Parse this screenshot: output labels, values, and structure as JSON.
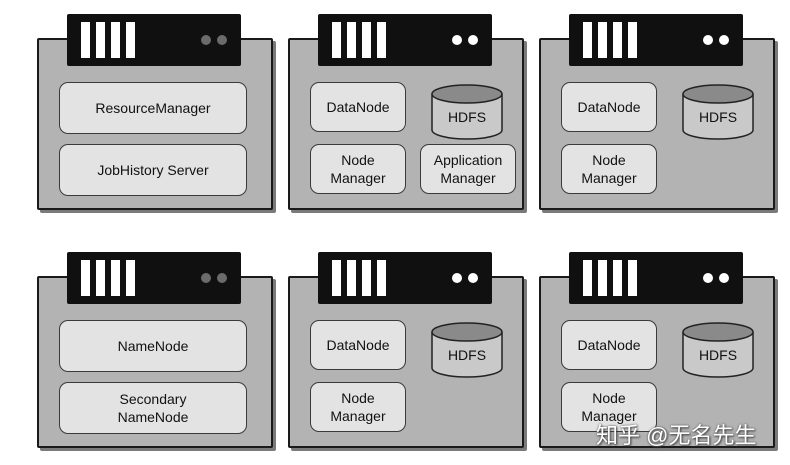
{
  "servers": [
    {
      "boxes": [
        "ResourceManager",
        "JobHistory Server"
      ]
    },
    {
      "datanode": "DataNode",
      "hdfs": "HDFS",
      "nodemanager": "Node\nManager",
      "appmanager": "Application\nManager"
    },
    {
      "datanode": "DataNode",
      "hdfs": "HDFS",
      "nodemanager": "Node\nManager"
    },
    {
      "boxes": [
        "NameNode",
        "Secondary\nNameNode"
      ]
    },
    {
      "datanode": "DataNode",
      "hdfs": "HDFS",
      "nodemanager": "Node\nManager"
    },
    {
      "datanode": "DataNode",
      "hdfs": "HDFS",
      "nodemanager": "Node\nManager"
    }
  ],
  "watermark": "知乎 @无名先生"
}
